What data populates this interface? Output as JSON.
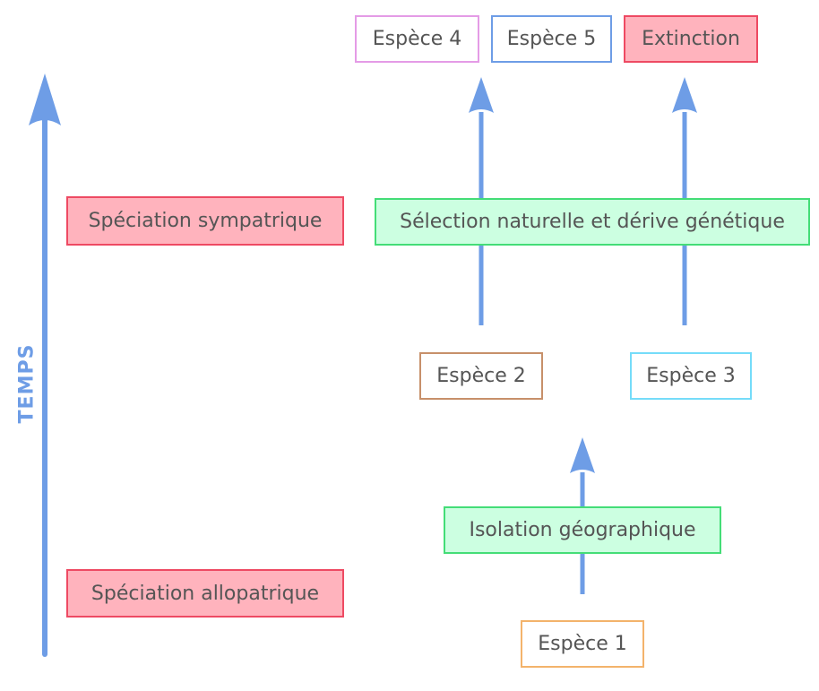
{
  "time_axis": {
    "label": "TEMPS"
  },
  "categories": {
    "sympatric": "Spéciation sympatrique",
    "allopatric": "Spéciation allopatrique"
  },
  "species": {
    "s1": "Espèce 1",
    "s2": "Espèce 2",
    "s3": "Espèce 3",
    "s4": "Espèce 4",
    "s5": "Espèce 5"
  },
  "outcomes": {
    "extinction": "Extinction"
  },
  "processes": {
    "selection": "Sélection naturelle et dérive génétique",
    "isolation": "Isolation géographique"
  },
  "colors": {
    "arrow": "#6e9de6",
    "text": "#555555",
    "red_fill": "#ffb3bd",
    "red_border": "#ee4a63",
    "green_fill": "#ccffe1",
    "green_border": "#44dd77",
    "species_4_border": "#e49be6",
    "species_5_border": "#6e9de6",
    "species_2_border": "#c7906a",
    "species_3_border": "#75dcf9",
    "species_1_border": "#f3b36b"
  }
}
